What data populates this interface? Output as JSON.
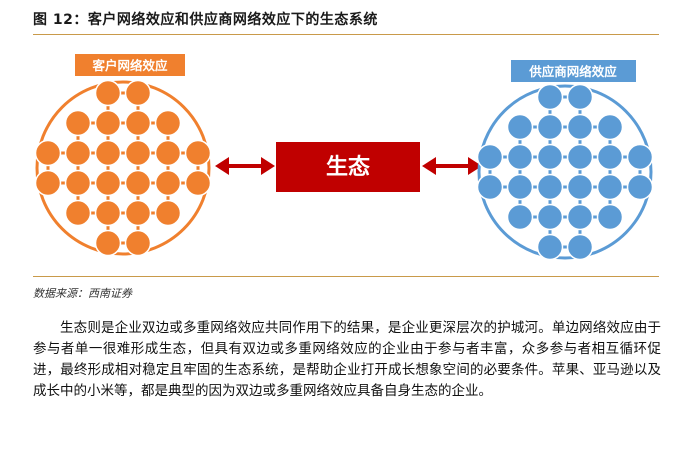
{
  "figure": {
    "title": "图 12：客户网络效应和供应商网络效应下的生态系统"
  },
  "diagram": {
    "left_label": "客户网络效应",
    "center_label": "生态",
    "right_label": "供应商网络效应",
    "colors": {
      "customer": "#f0802e",
      "supplier": "#5b9bd5",
      "center": "#c00000",
      "arrow": "#c00000"
    }
  },
  "source": "数据来源：西南证券",
  "body_text": "生态则是企业双边或多重网络效应共同作用下的结果，是企业更深层次的护城河。单边网络效应由于参与者单一很难形成生态，但具有双边或多重网络效应的企业由于参与者丰富，众多参与者相互循环促进，最终形成相对稳定且牢固的生态系统，是帮助企业打开成长想象空间的必要条件。苹果、亚马逊以及成长中的小米等，都是典型的因为双边或多重网络效应具备自身生态的企业。"
}
